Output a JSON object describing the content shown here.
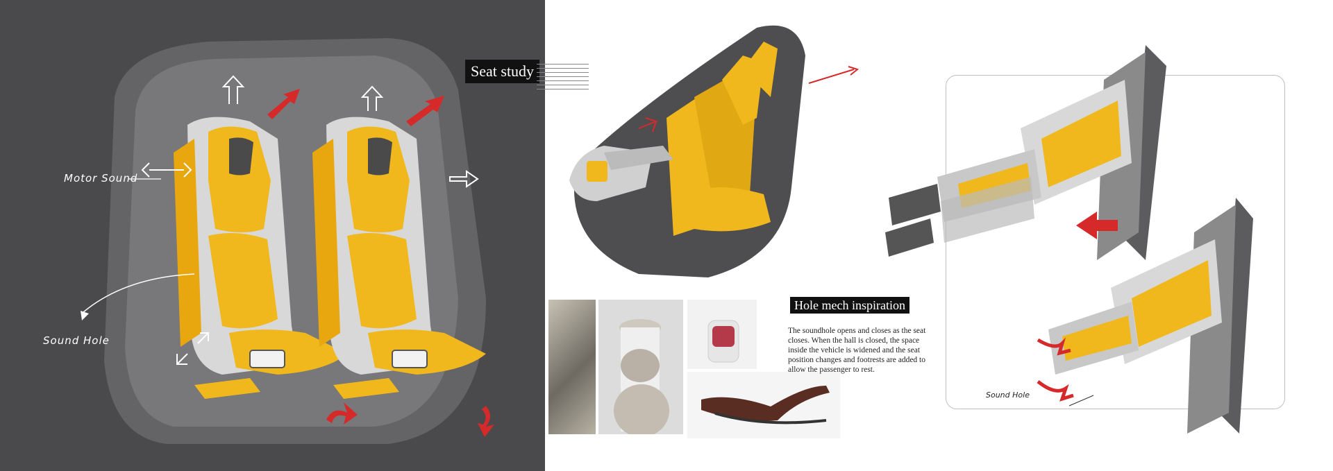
{
  "left_sketch": {
    "label_motor_sound": "Motor Sound",
    "label_sound_hole": "Sound Hole"
  },
  "seat_study": {
    "title": "Seat study"
  },
  "hole_mech": {
    "title": "Hole mech inspiration",
    "description": "The soundhole opens and closes as the seat closes. When the hall is closed, the space inside the vehicle is widened and the seat position changes and footrests are added to allow the passenger to rest."
  },
  "right_sketch": {
    "label_sound_hole": "Sound Hole"
  },
  "colors": {
    "panel_gray": "#4a4a4c",
    "seat_yellow": "#f0b81c",
    "arrow_red": "#d62a2a",
    "shell_gray": "#5c5c5e"
  }
}
